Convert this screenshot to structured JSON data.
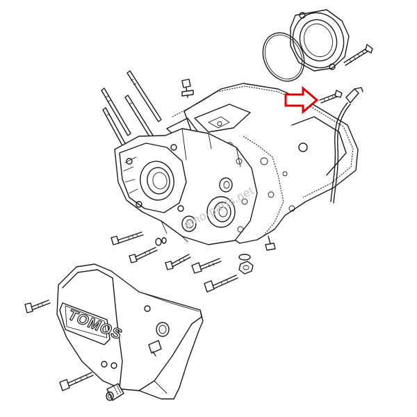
{
  "diagram": {
    "logo_text": "TOMOS",
    "watermark_text": "amo-parts.net",
    "highlight_color": "#e00000",
    "line_color": "#1a1a1a",
    "highlighted_part": "crankcase-bolt"
  }
}
